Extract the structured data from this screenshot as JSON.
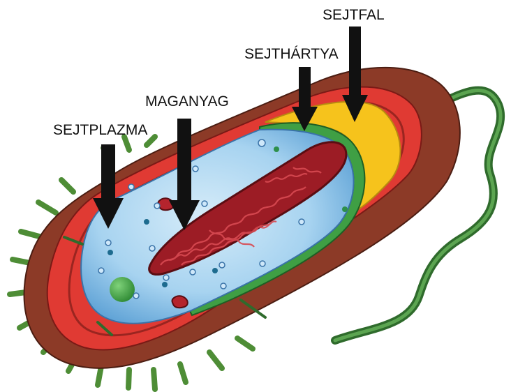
{
  "labels": {
    "sejtfal": "SEJTFAL",
    "sejthartya": "SEJTHÁRTYA",
    "maganyag": "MAGANYAG",
    "sejtplazma": "SEJTPLAZMA"
  },
  "colors": {
    "capsule": "#8c3a27",
    "cell_wall": "#e03a33",
    "wall_yellow": "#f6c31c",
    "membrane": "#3f9f44",
    "cytoplasm": "#aed8f2",
    "nucleoid": "#9c1c25",
    "pili": "#6ba648",
    "arrow": "#111111"
  },
  "icons": [
    "arrow-down-icon",
    "pilus-icon",
    "flagellum-icon",
    "ribosome-icon",
    "vesicle-icon"
  ]
}
